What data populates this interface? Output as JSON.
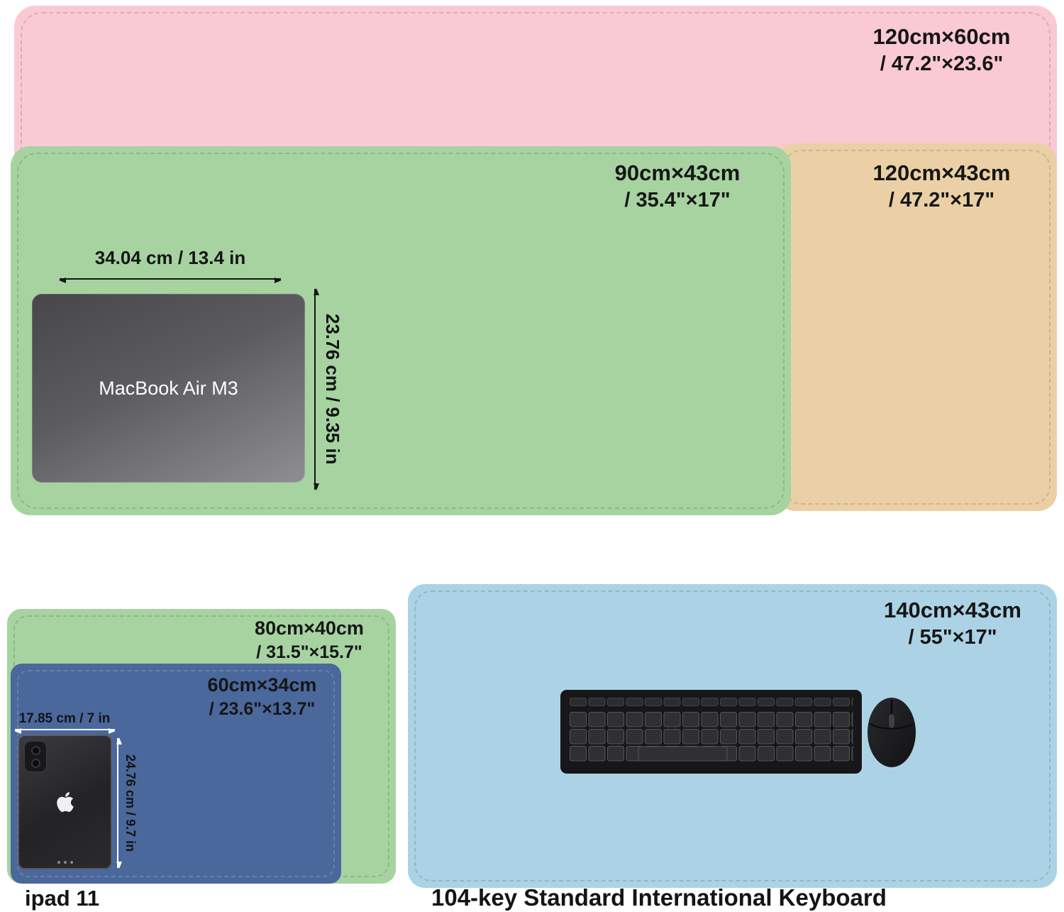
{
  "colors": {
    "pink_mat": "#f9c9d4",
    "green_mat": "#a6d3a0",
    "tan_mat": "#ebd0a6",
    "navy_blue_mat": "#4a689b",
    "sky_blue_mat": "#abd3e5",
    "dimension_text_dark": "#141414",
    "dimension_text_light": "#ffffff"
  },
  "top": {
    "pink": {
      "size": "120cm×60cm",
      "inches": "/ 47.2\"×23.6\""
    },
    "green": {
      "size": "90cm×43cm",
      "inches": "/ 35.4\"×17\""
    },
    "tan": {
      "size": "120cm×43cm",
      "inches": "/ 47.2\"×17\""
    },
    "macbook": {
      "name": "MacBook Air M3",
      "width_label": "34.04 cm / 13.4 in",
      "height_label": "23.76 cm / 9.35 in"
    }
  },
  "bottomLeft": {
    "green": {
      "size": "80cm×40cm",
      "inches": "/ 31.5\"×15.7\""
    },
    "blue": {
      "size": "60cm×34cm",
      "inches": "/ 23.6\"×13.7\""
    },
    "ipad": {
      "width_label": "17.85 cm / 7 in",
      "height_label": "24.76 cm / 9.7 in"
    },
    "caption": "ipad 11"
  },
  "bottomRight": {
    "mat": {
      "size": "140cm×43cm",
      "inches": "/ 55\"×17\""
    },
    "caption": "104-key Standard International Keyboard"
  }
}
